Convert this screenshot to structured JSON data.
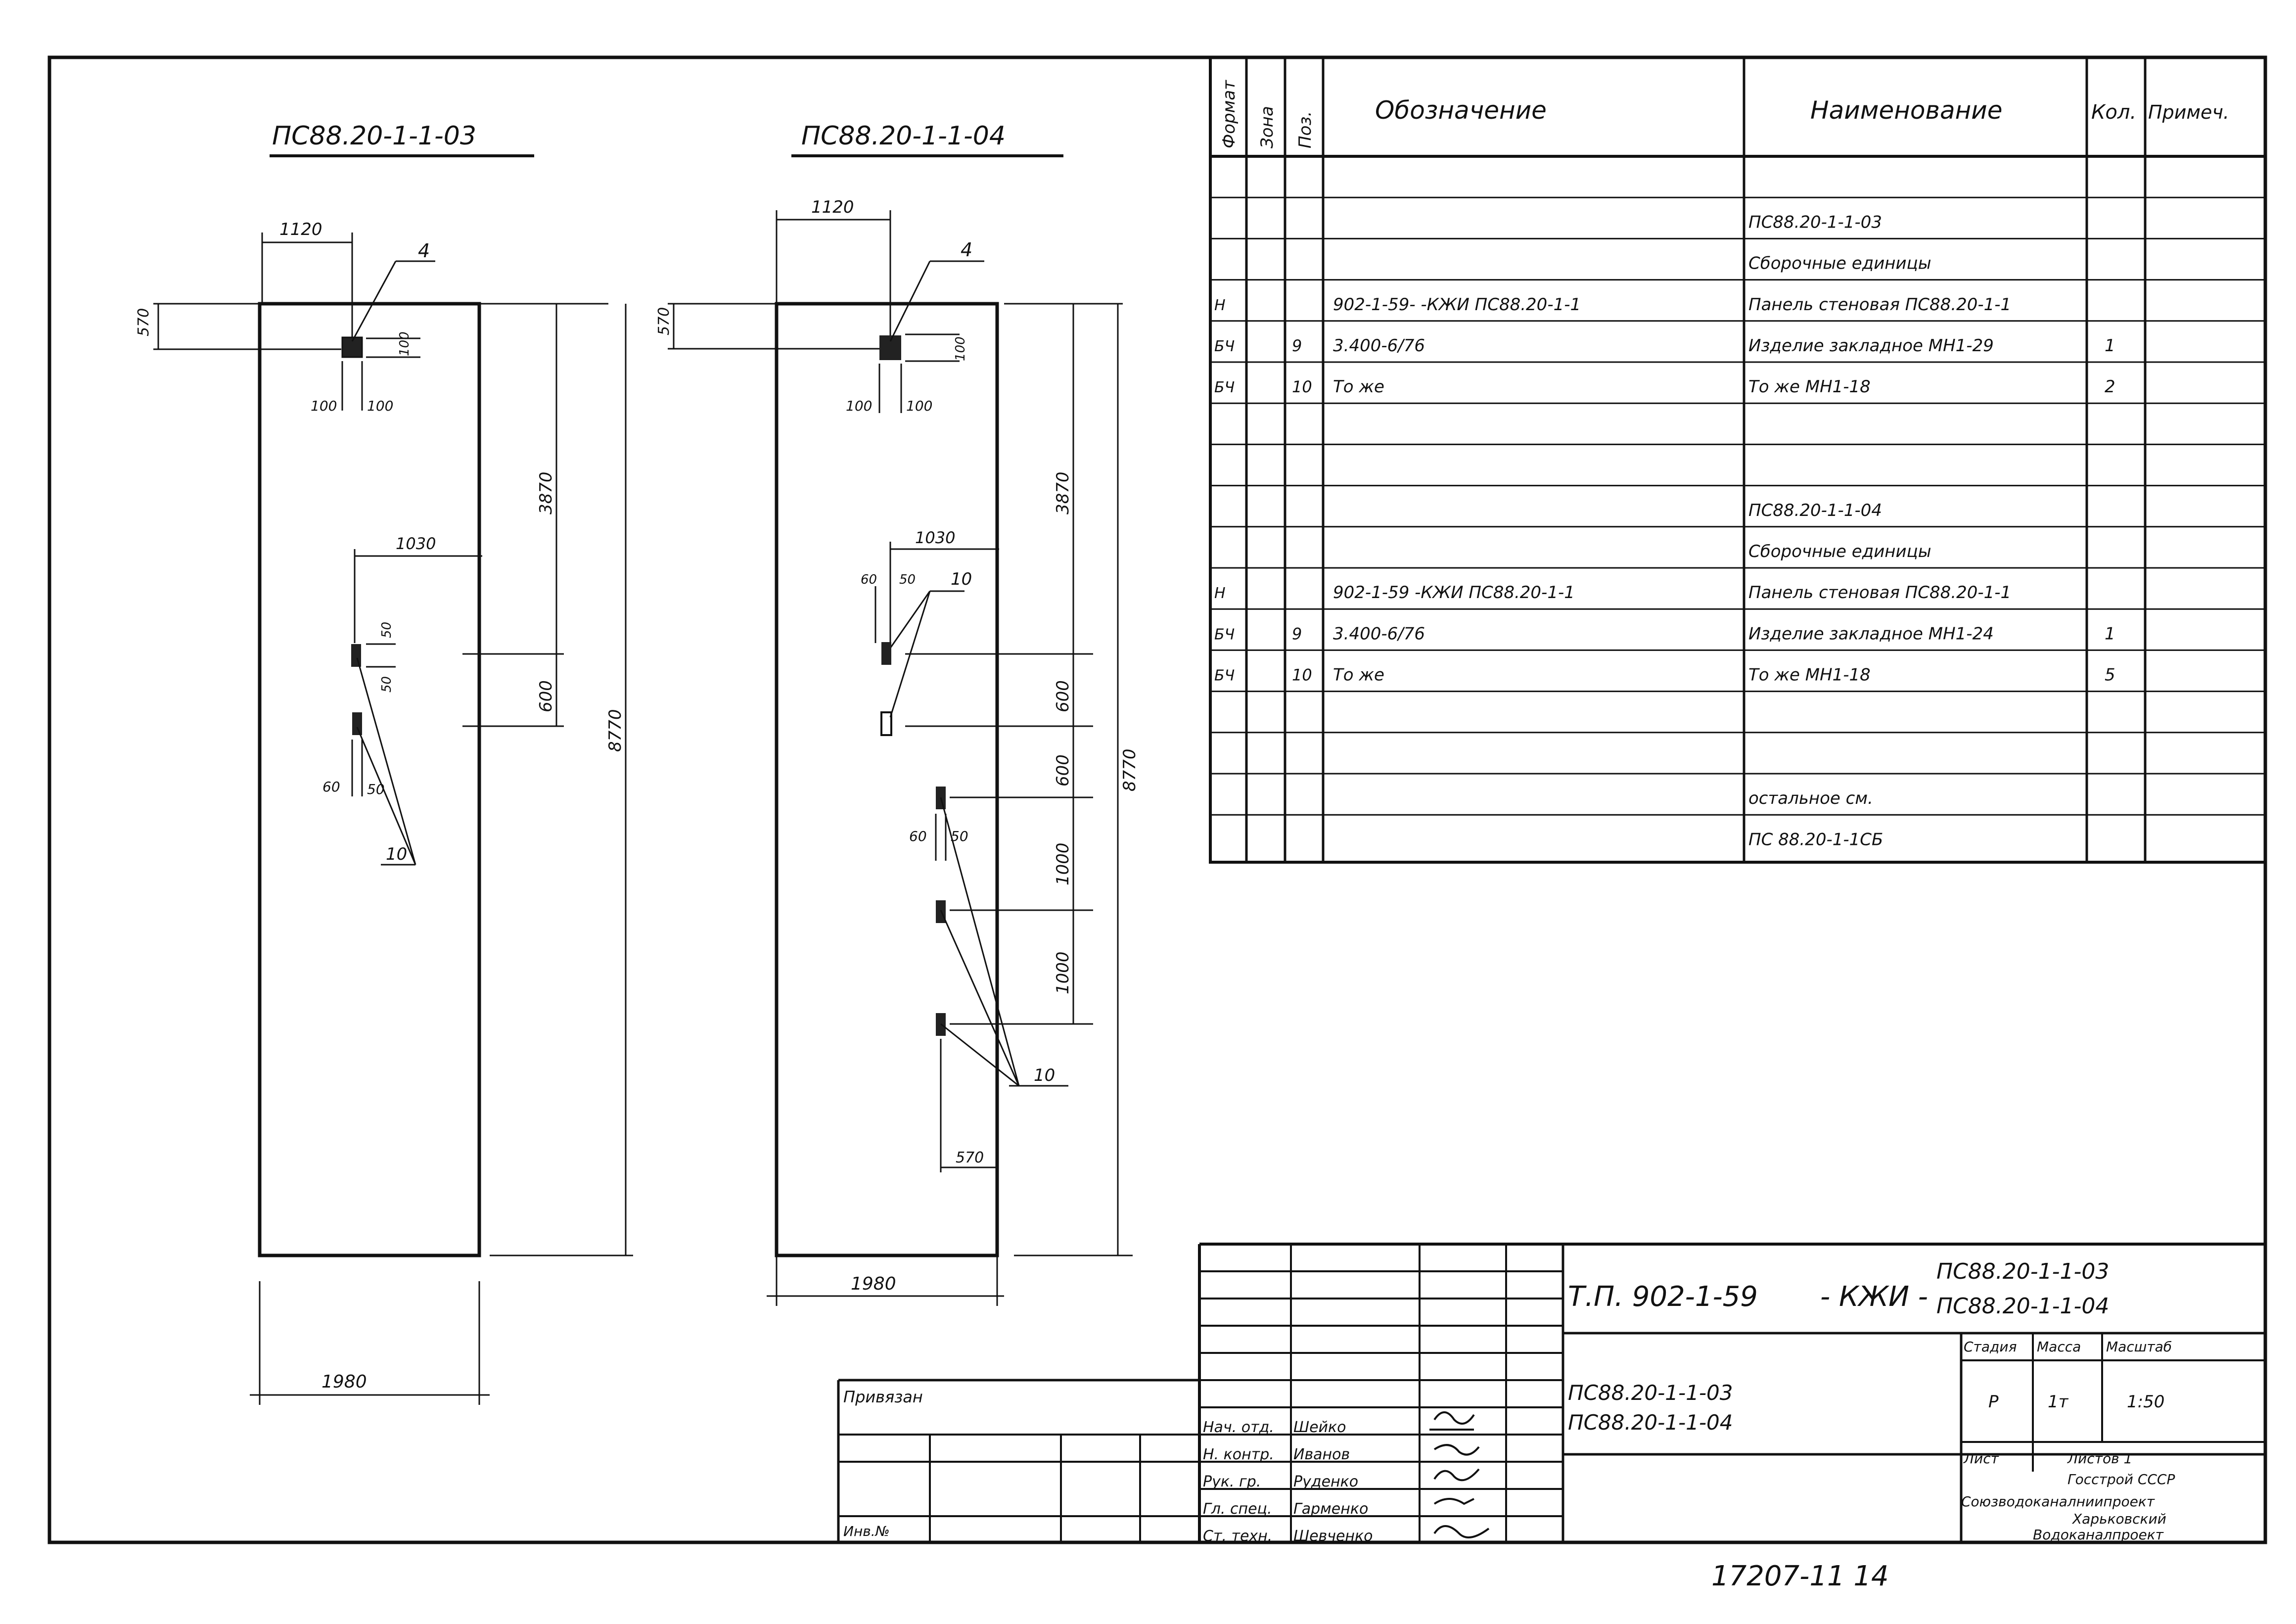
{
  "views": [
    {
      "title": "ПС88.20-1-1-03",
      "dims": {
        "top_offset": "1120",
        "left_offset": "570",
        "item_label": "4",
        "plate_w1": "100",
        "plate_w2": "100",
        "plate_h": "100",
        "mid_width": "1030",
        "gap_a": "50",
        "gap_b": "50",
        "lower_w1": "60",
        "lower_w2": "50",
        "item10_label": "10",
        "height_a": "3870",
        "height_b": "600",
        "total_height": "8770",
        "width_bottom": "1980"
      }
    },
    {
      "title": "ПС88.20-1-1-04",
      "dims": {
        "top_offset": "1120",
        "left_offset": "570",
        "item_label": "4",
        "plate_w1": "100",
        "plate_w2": "100",
        "plate_h": "100",
        "mid_width": "1030",
        "gap_a": "60",
        "gap_b": "50",
        "item10_label_top": "10",
        "lower_w1": "60",
        "lower_w2": "50",
        "item10_label_bottom": "10",
        "height_a": "3870",
        "height_b": "600",
        "height_c": "600",
        "height_d": "1000",
        "height_e": "1000",
        "total_height": "8770",
        "bottom_offset": "570",
        "width_bottom": "1980"
      }
    }
  ],
  "spec_table": {
    "headers": [
      "Формат",
      "Зона",
      "Поз.",
      "Обозначение",
      "Наименование",
      "Кол.",
      "Примеч."
    ],
    "rows": [
      {
        "fmt": "",
        "zone": "",
        "pos": "",
        "designation": "",
        "name": "",
        "qty": "",
        "note": ""
      },
      {
        "fmt": "",
        "zone": "",
        "pos": "",
        "designation": "",
        "name": "ПС88.20-1-1-03",
        "qty": "",
        "note": ""
      },
      {
        "fmt": "",
        "zone": "",
        "pos": "",
        "designation": "",
        "name": "Сборочные единицы",
        "qty": "",
        "note": ""
      },
      {
        "fmt": "Н",
        "zone": "",
        "pos": "",
        "designation": "902-1-59-        -КЖИ ПС88.20-1-1",
        "name": "Панель стеновая ПС88.20-1-1",
        "qty": "",
        "note": ""
      },
      {
        "fmt": "БЧ",
        "zone": "",
        "pos": "9",
        "designation": "3.400-6/76",
        "name": "Изделие закладное   МН1-29",
        "qty": "1",
        "note": ""
      },
      {
        "fmt": "БЧ",
        "zone": "",
        "pos": "10",
        "designation": "То же",
        "name": "То же                МН1-18",
        "qty": "2",
        "note": ""
      },
      {
        "fmt": "",
        "zone": "",
        "pos": "",
        "designation": "",
        "name": "",
        "qty": "",
        "note": ""
      },
      {
        "fmt": "",
        "zone": "",
        "pos": "",
        "designation": "",
        "name": "",
        "qty": "",
        "note": ""
      },
      {
        "fmt": "",
        "zone": "",
        "pos": "",
        "designation": "",
        "name": "ПС88.20-1-1-04",
        "qty": "",
        "note": ""
      },
      {
        "fmt": "",
        "zone": "",
        "pos": "",
        "designation": "",
        "name": "Сборочные единицы",
        "qty": "",
        "note": ""
      },
      {
        "fmt": "Н",
        "zone": "",
        "pos": "",
        "designation": "902-1-59       -КЖИ ПС88.20-1-1",
        "name": "Панель стеновая ПС88.20-1-1",
        "qty": "",
        "note": ""
      },
      {
        "fmt": "БЧ",
        "zone": "",
        "pos": "9",
        "designation": "3.400-6/76",
        "name": "Изделие закладное  МН1-24",
        "qty": "1",
        "note": ""
      },
      {
        "fmt": "БЧ",
        "zone": "",
        "pos": "10",
        "designation": "То же",
        "name": "То же                   МН1-18",
        "qty": "5",
        "note": ""
      },
      {
        "fmt": "",
        "zone": "",
        "pos": "",
        "designation": "",
        "name": "",
        "qty": "",
        "note": ""
      },
      {
        "fmt": "",
        "zone": "",
        "pos": "",
        "designation": "",
        "name": "",
        "qty": "",
        "note": ""
      },
      {
        "fmt": "",
        "zone": "",
        "pos": "",
        "designation": "",
        "name": "остальное см.",
        "qty": "",
        "note": ""
      },
      {
        "fmt": "",
        "zone": "",
        "pos": "",
        "designation": "",
        "name": "ПС 88.20-1-1СБ",
        "qty": "",
        "note": ""
      }
    ]
  },
  "title_block": {
    "doc_code": "Т.П. 902-1-59",
    "kzhi": "- КЖИ -",
    "code_line1": "ПС88.20-1-1-03",
    "code_line2": "ПС88.20-1-1-04",
    "item_name_line1": "ПС88.20-1-1-03",
    "item_name_line2": "ПС88.20-1-1-04",
    "stage_label": "Стадия",
    "mass_label": "Масса",
    "scale_label": "Масштаб",
    "stage_value": "Р",
    "mass_value": "1т",
    "scale_value": "1:50",
    "sheet_label": "Лист",
    "sheets_label": "Листов  1",
    "org_line1": "Госстрой СССР",
    "org_line2": "Союзводоканалниипроект",
    "org_line3": "Харьковский",
    "org_line4": "Водоканалпроект",
    "binding_label": "Привязан",
    "inv_label": "Инв.№",
    "roles": [
      {
        "role": "Нач. отд.",
        "name": "Шейко"
      },
      {
        "role": "Н. контр.",
        "name": "Иванов"
      },
      {
        "role": "Рук. гр.",
        "name": "Руденко"
      },
      {
        "role": "Гл. спец.",
        "name": "Гарменко"
      },
      {
        "role": "Ст. техн.",
        "name": "Шевченко"
      }
    ]
  },
  "footer": {
    "stamp": "17207-11   14"
  }
}
